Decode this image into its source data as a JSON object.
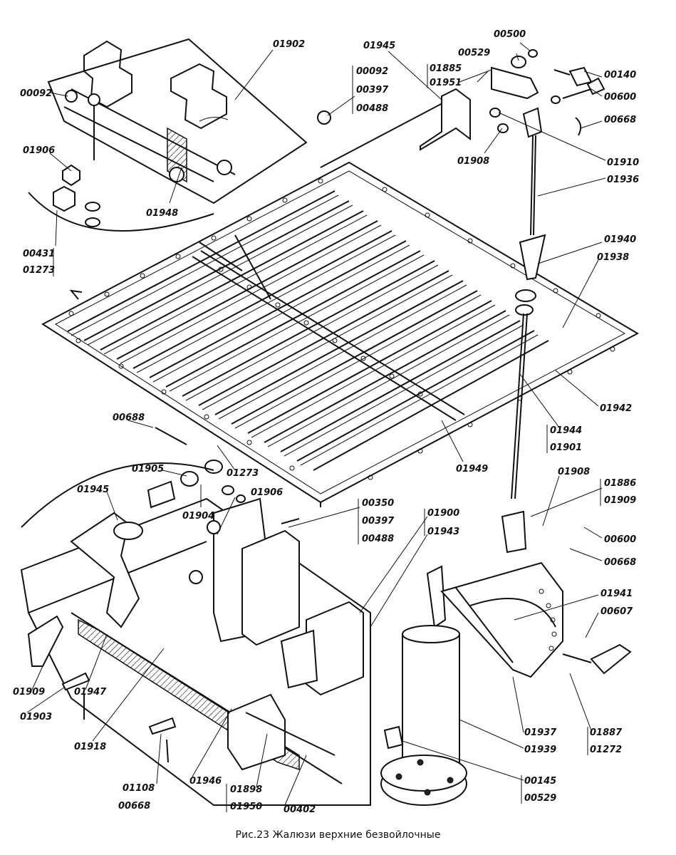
{
  "caption": "Рис.23 Жалюзи верхние безвойлочные",
  "labels": [
    {
      "id": "l1",
      "text": "01902"
    },
    {
      "id": "l2",
      "text": "01945"
    },
    {
      "id": "l3",
      "text": "00500"
    },
    {
      "id": "l4",
      "text": "00529"
    },
    {
      "id": "l5",
      "text": "00140"
    },
    {
      "id": "l6",
      "text": "01885"
    },
    {
      "id": "l7",
      "text": "01951"
    },
    {
      "id": "l8",
      "text": "00600"
    },
    {
      "id": "l9",
      "text": "00092"
    },
    {
      "id": "l10",
      "text": "00092"
    },
    {
      "id": "l11",
      "text": "00397"
    },
    {
      "id": "l12",
      "text": "00488"
    },
    {
      "id": "l13",
      "text": "00668"
    },
    {
      "id": "l14",
      "text": "01906"
    },
    {
      "id": "l15",
      "text": "01908"
    },
    {
      "id": "l16",
      "text": "01910"
    },
    {
      "id": "l17",
      "text": "01936"
    },
    {
      "id": "l18",
      "text": "01948"
    },
    {
      "id": "l19",
      "text": "00431"
    },
    {
      "id": "l20",
      "text": "01273"
    },
    {
      "id": "l21",
      "text": "01940"
    },
    {
      "id": "l22",
      "text": "01938"
    },
    {
      "id": "l23",
      "text": "01942"
    },
    {
      "id": "l24",
      "text": "01944"
    },
    {
      "id": "l25",
      "text": "01901"
    },
    {
      "id": "l26",
      "text": "00688"
    },
    {
      "id": "l27",
      "text": "01905"
    },
    {
      "id": "l28",
      "text": "01273"
    },
    {
      "id": "l29",
      "text": "01949"
    },
    {
      "id": "l30",
      "text": "01945"
    },
    {
      "id": "l31",
      "text": "01904"
    },
    {
      "id": "l32",
      "text": "01906"
    },
    {
      "id": "l33",
      "text": "00350"
    },
    {
      "id": "l34",
      "text": "00397"
    },
    {
      "id": "l35",
      "text": "00488"
    },
    {
      "id": "l36",
      "text": "01900"
    },
    {
      "id": "l37",
      "text": "01943"
    },
    {
      "id": "l38",
      "text": "01908"
    },
    {
      "id": "l39",
      "text": "01886"
    },
    {
      "id": "l40",
      "text": "01909"
    },
    {
      "id": "l41",
      "text": "00600"
    },
    {
      "id": "l42",
      "text": "00668"
    },
    {
      "id": "l43",
      "text": "01941"
    },
    {
      "id": "l44",
      "text": "00607"
    },
    {
      "id": "l45",
      "text": "01909"
    },
    {
      "id": "l46",
      "text": "01947"
    },
    {
      "id": "l47",
      "text": "01903"
    },
    {
      "id": "l48",
      "text": "01918"
    },
    {
      "id": "l49",
      "text": "01108"
    },
    {
      "id": "l50",
      "text": "00668"
    },
    {
      "id": "l51",
      "text": "01946"
    },
    {
      "id": "l52",
      "text": "01898"
    },
    {
      "id": "l53",
      "text": "01950"
    },
    {
      "id": "l54",
      "text": "00402"
    },
    {
      "id": "l55",
      "text": "01937"
    },
    {
      "id": "l56",
      "text": "01939"
    },
    {
      "id": "l57",
      "text": "01887"
    },
    {
      "id": "l58",
      "text": "01272"
    },
    {
      "id": "l59",
      "text": "00145"
    },
    {
      "id": "l60",
      "text": "00529"
    }
  ]
}
